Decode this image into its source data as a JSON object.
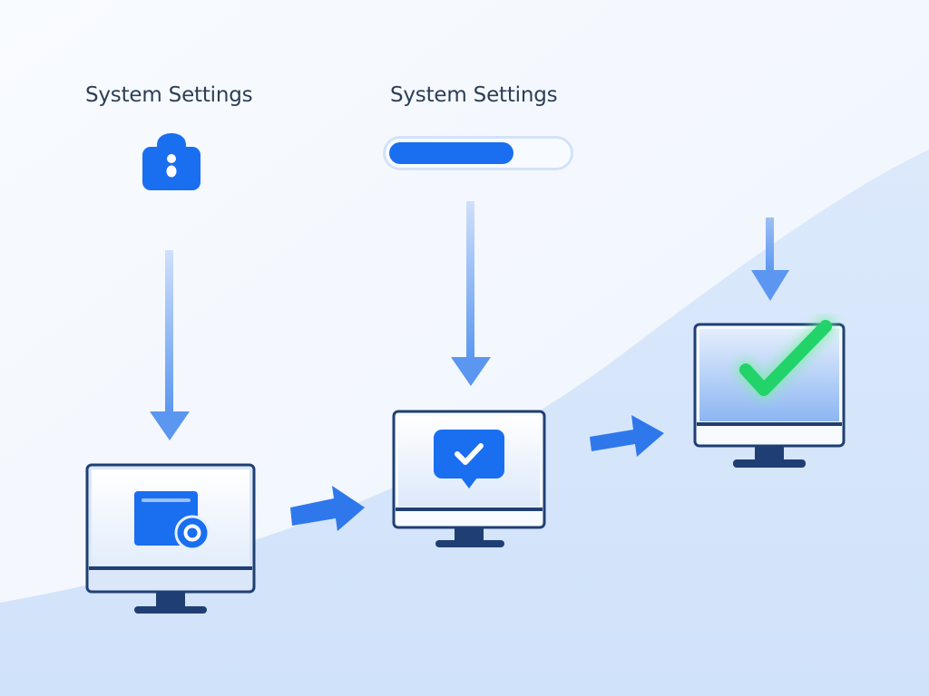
{
  "steps": [
    {
      "label": "System Settings",
      "icon": "lock-icon"
    },
    {
      "label": "System Settings",
      "icon": "progress-bar",
      "progress_fraction": 0.7
    },
    {
      "label": "",
      "icon": "checkmark-icon"
    }
  ],
  "colors": {
    "accent": "#1a6ef0",
    "monitor_frame": "#1f3f74",
    "success": "#22d36a",
    "arrow": "#4f8ef0"
  }
}
